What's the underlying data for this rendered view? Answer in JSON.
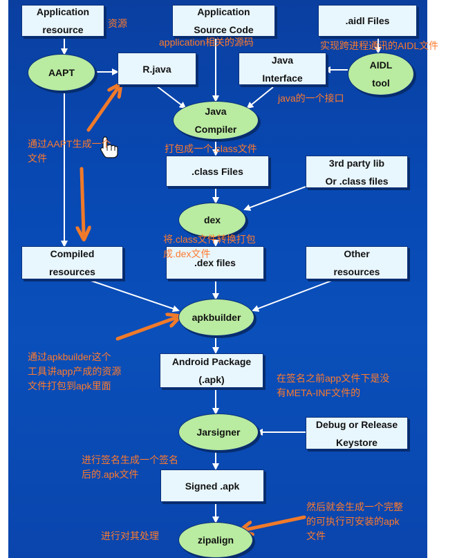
{
  "boxes": {
    "app_resource": "Application\nresource",
    "app_source": "Application\nSource Code",
    "aidl_files": ".aidl Files",
    "r_java": "R.java",
    "java_interface": "Java\nInterface",
    "class_files": ".class Files",
    "third_party": "3rd party lib\nOr .class files",
    "compiled_resources": "Compiled\nresources",
    "dex_files": ".dex files",
    "other_resources": "Other\nresources",
    "android_package": "Android Package\n(.apk)",
    "keystore": "Debug or Release\nKeystore",
    "signed_apk": "Signed .apk"
  },
  "nodes": {
    "aapt": "AAPT",
    "aidl_tool": "AIDL\ntool",
    "java_compiler": "Java\nCompiler",
    "dex": "dex",
    "apkbuilder": "apkbuilder",
    "jarsigner": "Jarsigner",
    "zipalign": "zipalign"
  },
  "notes": {
    "resource": "资源",
    "app_source": "application相关的源码",
    "aidl": "实现跨进程通讯的AIDL文件",
    "java_interface": "java的一个接口",
    "aapt": "通过AAPT生成一个\n文件",
    "class_pack": "打包成一个.class文件",
    "dex": "将.class文件转换打包\n成.dex文件",
    "apkbuilder": "通过apkbuilder这个\n工具讲app产成的资源\n文件打包到apk里面",
    "meta_inf": "在签名之前app文件下是没\n有META-INF文件的",
    "sign": "进行签名生成一个签名\n后的.apk文件",
    "align": "进行对其处理",
    "final": "然后就会生成一个完整\n的可执行可安装的apk\n文件"
  },
  "colors": {
    "background": "#0a4bb6",
    "box_fill": "#e8f6fd",
    "node_fill": "#b9eba0",
    "annotation": "#ff7a2c",
    "arrow": "#ffffff"
  },
  "icons": {
    "cursor": "hand-cursor-icon"
  }
}
